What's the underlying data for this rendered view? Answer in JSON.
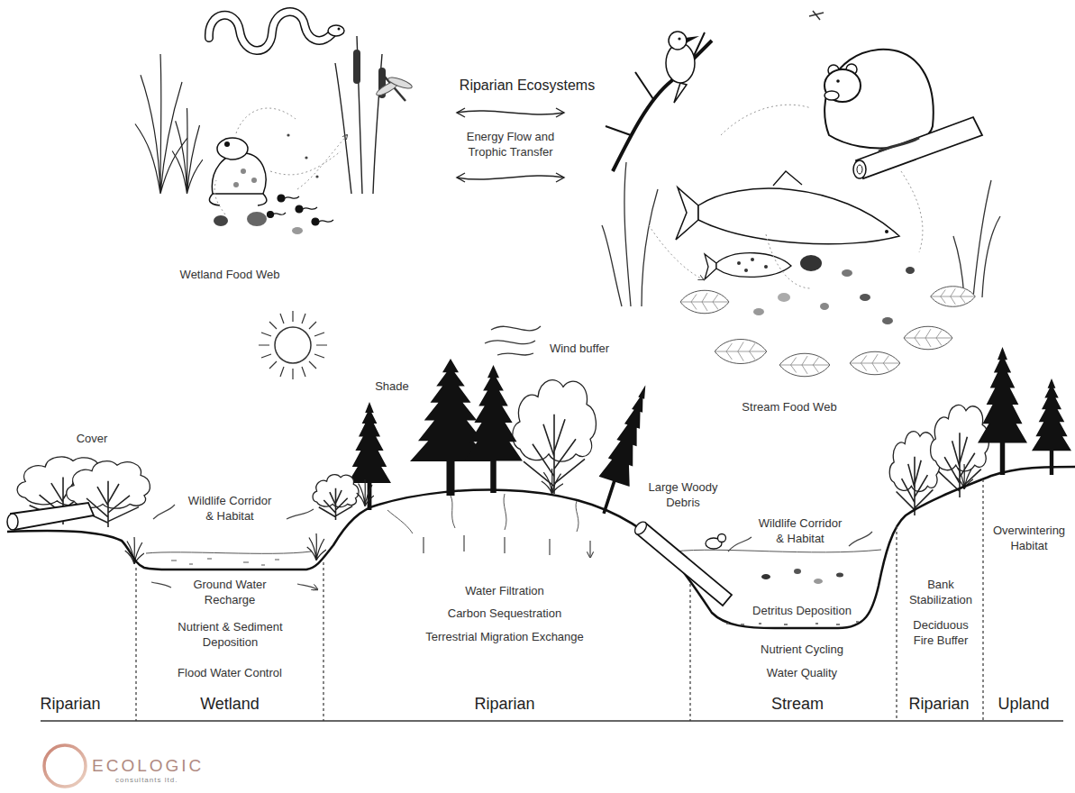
{
  "diagram": {
    "title": "Riparian Ecosystems",
    "nodes": [
      {
        "text": [
          "Wetland Food Web"
        ]
      },
      {
        "text": [
          "Stream Food Web"
        ]
      }
    ],
    "edges": [
      {
        "from": 0,
        "to": 1,
        "arrow": "both",
        "label": "Energy Flow and Trophic Transfer"
      },
      {
        "from": 0,
        "to": 1,
        "arrow": "both"
      }
    ],
    "labels": [
      "Cover",
      "Wildlife Corridor & Habitat",
      "Shade",
      "Wind buffer",
      "Large Woody Debris",
      "Wildlife Corridor & Habitat",
      "Overwintering Habitat",
      "Ground Water Recharge",
      "Nutrient & Sediment Deposition",
      "Flood Water Control",
      "Water Filtration",
      "Carbon Sequestration",
      "Terrestrial Migration Exchange",
      "Detritus Deposition",
      "Nutrient Cycling",
      "Water Quality",
      "Bank Stabilization",
      "Deciduous Fire Buffer",
      "Riparian",
      "Wetland",
      "Riparian",
      "Stream",
      "Riparian",
      "Upland",
      "ECOLOGIC",
      "consultants ltd."
    ]
  }
}
